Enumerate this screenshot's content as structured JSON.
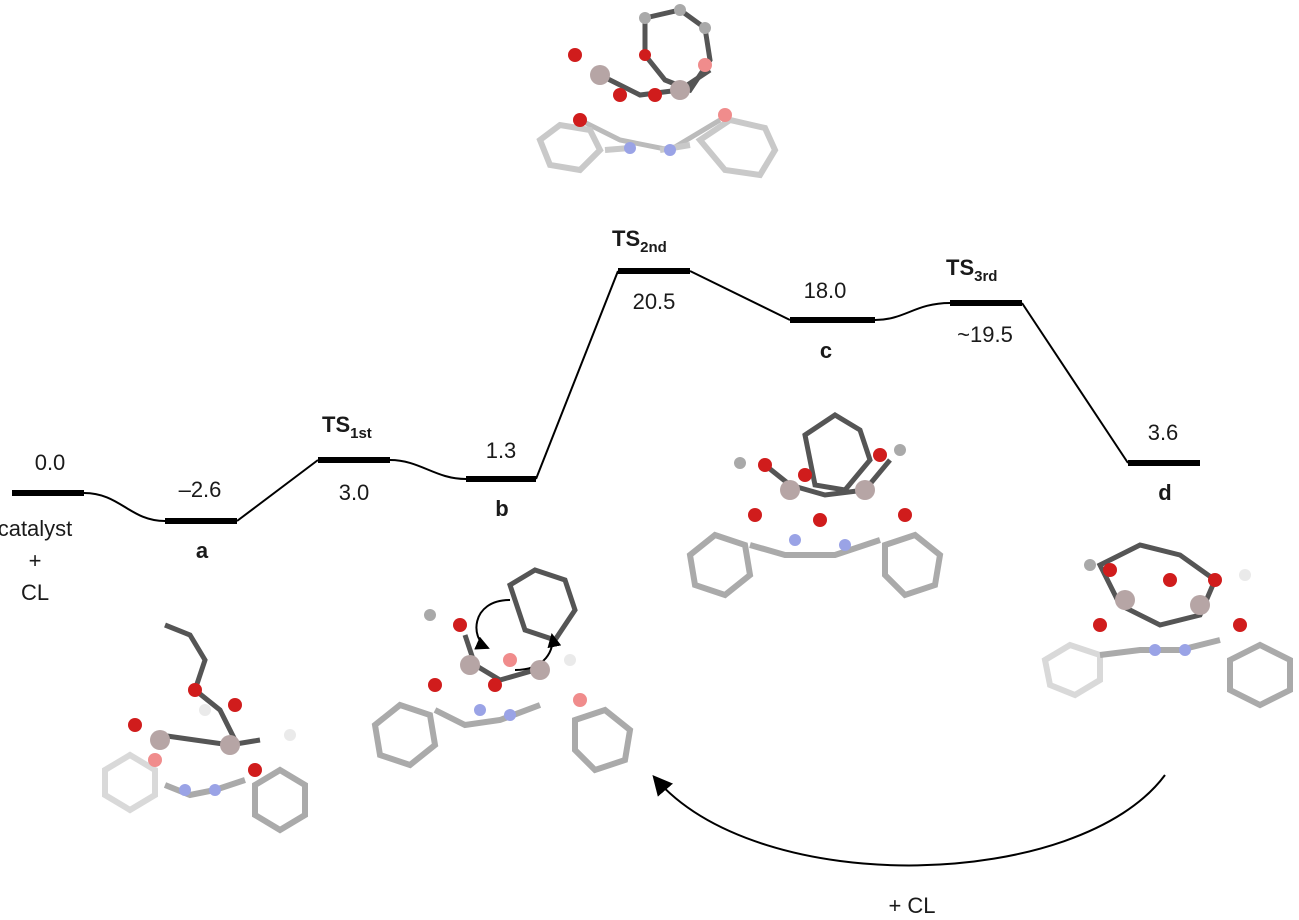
{
  "profile": {
    "levels": [
      {
        "id": "reactant",
        "energy": "0.0",
        "label": [
          "catalyst",
          "+",
          "CL"
        ]
      },
      {
        "id": "a",
        "energy": "–2.6",
        "label": "a"
      },
      {
        "id": "ts1",
        "energy": "3.0",
        "ts_main": "TS",
        "ts_sub": "1st"
      },
      {
        "id": "b",
        "energy": "1.3",
        "label": "b"
      },
      {
        "id": "ts2",
        "energy": "20.5",
        "ts_main": "TS",
        "ts_sub": "2nd"
      },
      {
        "id": "c",
        "energy": "18.0",
        "label": "c"
      },
      {
        "id": "ts3",
        "energy": "~19.5",
        "ts_main": "TS",
        "ts_sub": "3rd"
      },
      {
        "id": "d",
        "energy": "3.6",
        "label": "d"
      }
    ]
  },
  "cycle_label": "+ CL",
  "colors": {
    "carbon": "#a9a9a9",
    "carbon_faded": "#d9d9d9",
    "oxygen": "#d01c1c",
    "oxygen_faded": "#f08c8c",
    "nitrogen": "#9aa3e6",
    "metal": "#b6a5a5",
    "hydrogen": "#eaeaea",
    "line": "#000000"
  }
}
